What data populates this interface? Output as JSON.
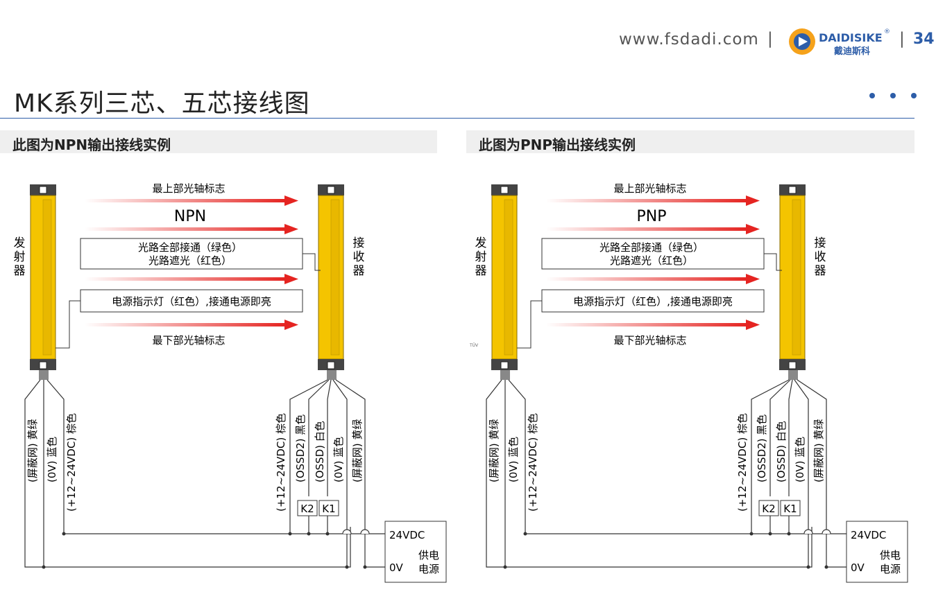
{
  "header": {
    "url": "www.fsdadi.com",
    "separator": "|",
    "brand": "DAIDISIKE",
    "brand_cn": "戴迪斯科",
    "registered": "®",
    "page_number": "34",
    "colors": {
      "accent": "#2d5da8",
      "logo_orange": "#f5a21b"
    }
  },
  "title": "MK系列三芯、五芯接线图",
  "sections": [
    {
      "heading": "此图为NPN输出接线实例",
      "output_type": "NPN",
      "top_axis_label": "最上部光轴标志",
      "bottom_axis_label": "最下部光轴标志",
      "emitter_label": "发射器",
      "receiver_label": "接收器",
      "light_box_line1": "光路全部接通（绿色）",
      "light_box_line2": "光路遮光（红色）",
      "power_box": "电源指示灯（红色）,接通电源即亮",
      "emitter_wires": [
        {
          "function": "(屏蔽网)",
          "color": "黄绿"
        },
        {
          "function": "(0V)",
          "color": "蓝色"
        },
        {
          "function": "(+12~24VDC)",
          "color": "棕色"
        }
      ],
      "receiver_wires": [
        {
          "function": "(+12~24VDC)",
          "color": "棕色"
        },
        {
          "function": "(OSSD2)",
          "color": "黑色"
        },
        {
          "function": "(OSSD)",
          "color": "白色"
        },
        {
          "function": "(0V)",
          "color": "蓝色"
        },
        {
          "function": "(屏蔽网)",
          "color": "黄绿"
        }
      ],
      "relay_k2": "K2",
      "relay_k1": "K1",
      "supply_24v": "24VDC",
      "supply_0v": "0V",
      "supply_label_1": "供电",
      "supply_label_2": "电源",
      "stray_mark": ""
    },
    {
      "heading": "此图为PNP输出接线实例",
      "output_type": "PNP",
      "top_axis_label": "最上部光轴标志",
      "bottom_axis_label": "最下部光轴标志",
      "emitter_label": "发射器",
      "receiver_label": "接收器",
      "light_box_line1": "光路全部接通（绿色）",
      "light_box_line2": "光路遮光（红色）",
      "power_box": "电源指示灯（红色）,接通电源即亮",
      "emitter_wires": [
        {
          "function": "(屏蔽网)",
          "color": "黄绿"
        },
        {
          "function": "(0V)",
          "color": "蓝色"
        },
        {
          "function": "(+12~24VDC)",
          "color": "棕色"
        }
      ],
      "receiver_wires": [
        {
          "function": "(+12~24VDC)",
          "color": "棕色"
        },
        {
          "function": "(OSSD2)",
          "color": "黑色"
        },
        {
          "function": "(OSSD)",
          "color": "白色"
        },
        {
          "function": "(0V)",
          "color": "蓝色"
        },
        {
          "function": "(屏蔽网)",
          "color": "黄绿"
        }
      ],
      "relay_k2": "K2",
      "relay_k1": "K1",
      "supply_24v": "24VDC",
      "supply_0v": "0V",
      "supply_label_1": "供电",
      "supply_label_2": "电源",
      "stray_mark": "TÜV"
    }
  ],
  "colors": {
    "sensor_yellow": "#f4c400",
    "arrow_red": "#e52421",
    "line": "#333333",
    "band_gray": "#efefef"
  }
}
